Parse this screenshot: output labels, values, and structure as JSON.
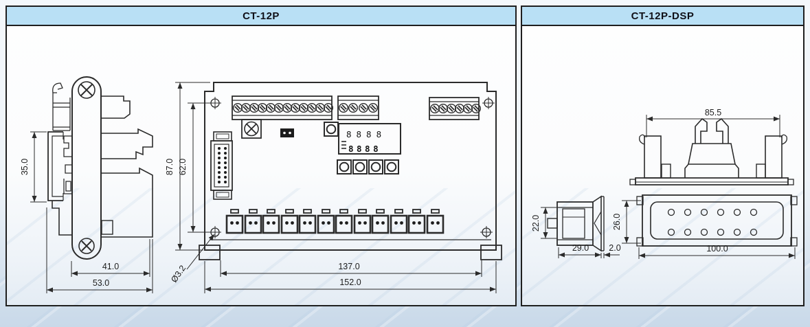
{
  "panels": {
    "left": {
      "title": "CT-12P",
      "side_view": {
        "height": "35.0",
        "width_inner": "41.0",
        "width_outer": "53.0"
      },
      "front_view": {
        "height_outer": "87.0",
        "height_holes": "62.0",
        "width_holes": "137.0",
        "width_outer": "152.0",
        "hole_diameter": "Ø3.2",
        "display_top": "8888",
        "display_bottom": "8888"
      }
    },
    "right": {
      "title": "CT-12P-DSP",
      "top_view": {
        "width": "85.5"
      },
      "side_view": {
        "height": "22.0",
        "depth": "29.0",
        "flange": "2.0"
      },
      "rear_view": {
        "height": "26.0",
        "width": "100.0"
      }
    }
  }
}
